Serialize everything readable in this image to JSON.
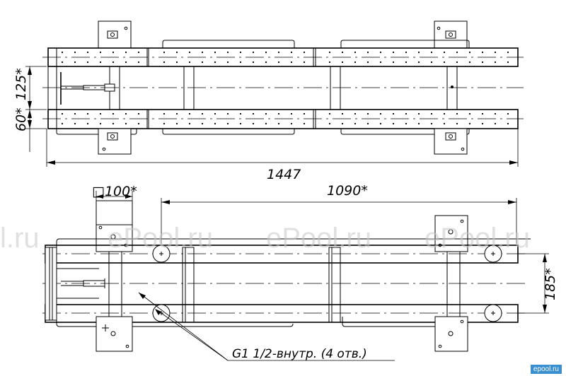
{
  "dimensions": {
    "overall_length": "1447",
    "tube_spacing_upper": "125*",
    "tube_offset": "60*",
    "square_size": "□100*",
    "outlet_spacing": "1090*",
    "outlet_offset": "185*"
  },
  "callout": {
    "label": "G1 1/2-внутр. (4 отв.)"
  },
  "watermark": {
    "text_1": "l.ru",
    "text_2": "ePool.ru",
    "text_3": "ePool.ru",
    "text_4": "ePool.ru"
  },
  "logo": {
    "text": "epool.ru"
  },
  "colors": {
    "line": "#000000",
    "watermark": "#c8c8c8",
    "logo_bg": "#3a8fd0"
  }
}
